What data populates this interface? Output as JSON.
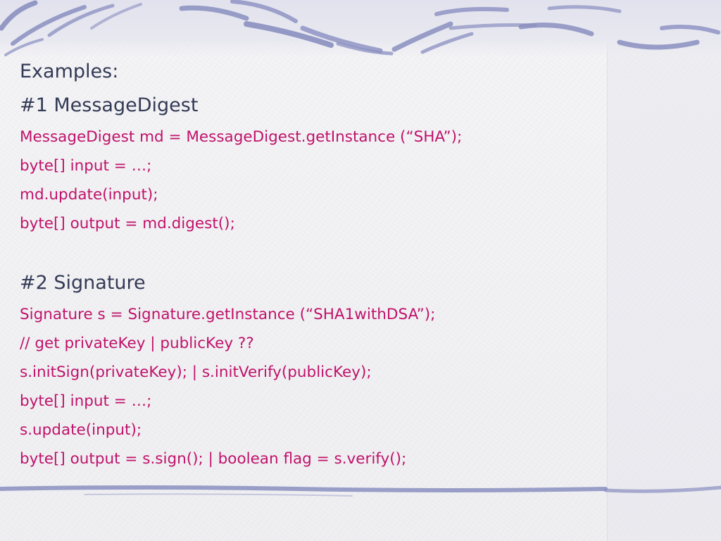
{
  "slide": {
    "examples_label": "Examples:",
    "section1": {
      "title": "#1 MessageDigest",
      "lines": [
        "MessageDigest md = MessageDigest.getInstance (“SHA”);",
        "byte[] input = …;",
        "md.update(input);",
        "byte[] output = md.digest();"
      ]
    },
    "section2": {
      "title": "#2 Signature",
      "lines": [
        "Signature s = Signature.getInstance (“SHA1withDSA”);",
        "// get privateKey | publicKey ??",
        "s.initSign(privateKey); | s.initVerify(publicKey);",
        "byte[] input = …;",
        "s.update(input);",
        "byte[] output = s.sign(); | boolean flag = s.verify();"
      ]
    }
  },
  "colors": {
    "heading": "#333a55",
    "code": "#c0126a",
    "decoration": "#8a8fc0"
  }
}
